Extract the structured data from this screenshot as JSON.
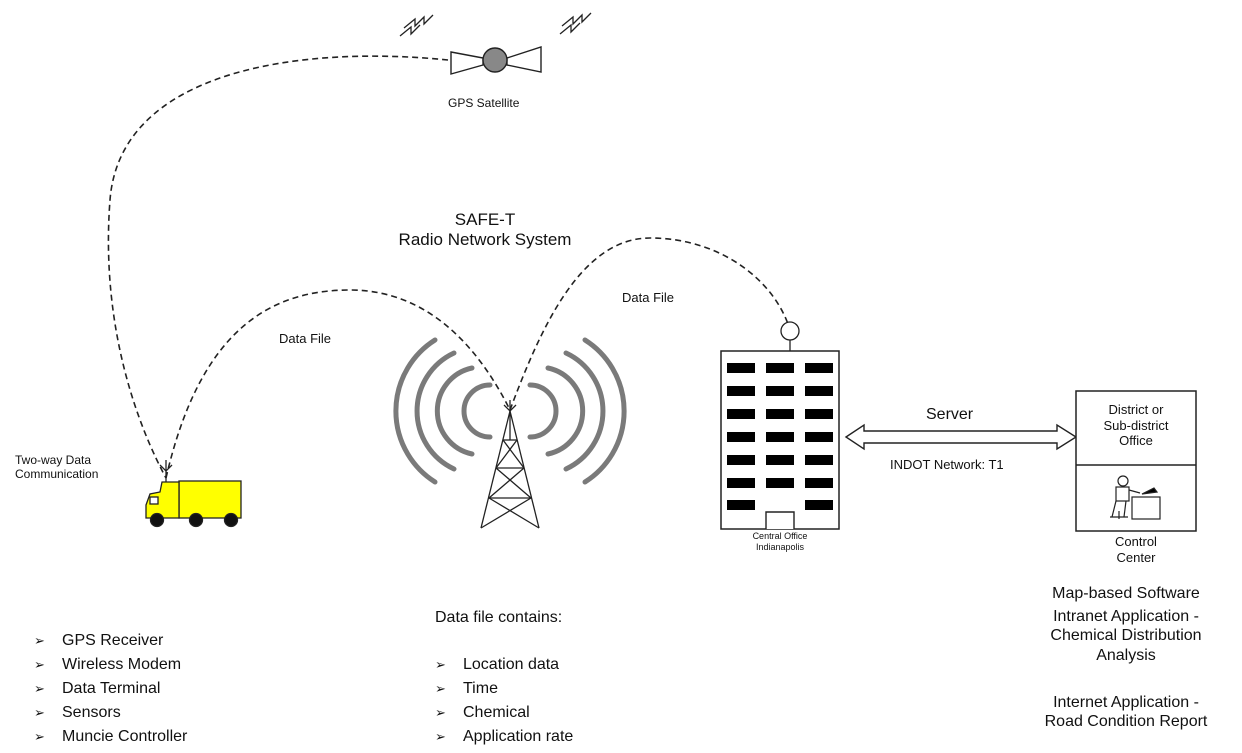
{
  "satellite": {
    "label": "GPS Satellite"
  },
  "network": {
    "title_line1": "SAFE-T",
    "title_line2": "Radio Network System"
  },
  "links": {
    "data_file_left": "Data File",
    "data_file_right": "Data File"
  },
  "vehicle": {
    "label_line1": "Two-way Data",
    "label_line2": "Communication"
  },
  "building": {
    "label_line1": "Central Office",
    "label_line2": "Indianapolis"
  },
  "server_link": {
    "label": "Server",
    "network_label": "INDOT Network: T1"
  },
  "district_office": {
    "label_line1": "District or",
    "label_line2": "Sub-district",
    "label_line3": "Office"
  },
  "control_center": {
    "label_line1": "Control",
    "label_line2": "Center"
  },
  "vehicle_equipment": {
    "bullet_glyph": "➢",
    "items": [
      "GPS Receiver",
      "Wireless Modem",
      "Data Terminal",
      "Sensors",
      "Muncie Controller"
    ]
  },
  "data_file_contents": {
    "heading": "Data file contains:",
    "items": [
      "Location data",
      "Time",
      "Chemical",
      "Application rate"
    ]
  },
  "software": {
    "line1": "Map-based Software",
    "intranet_line1": "Intranet Application -",
    "intranet_line2": "Chemical Distribution",
    "intranet_line3": "Analysis",
    "internet_line1": "Internet Application -",
    "internet_line2": "Road Condition Report"
  },
  "colors": {
    "truck_fill": "#ffff00",
    "satellite_body": "#888888",
    "arc_gray": "#7a7a7a"
  }
}
